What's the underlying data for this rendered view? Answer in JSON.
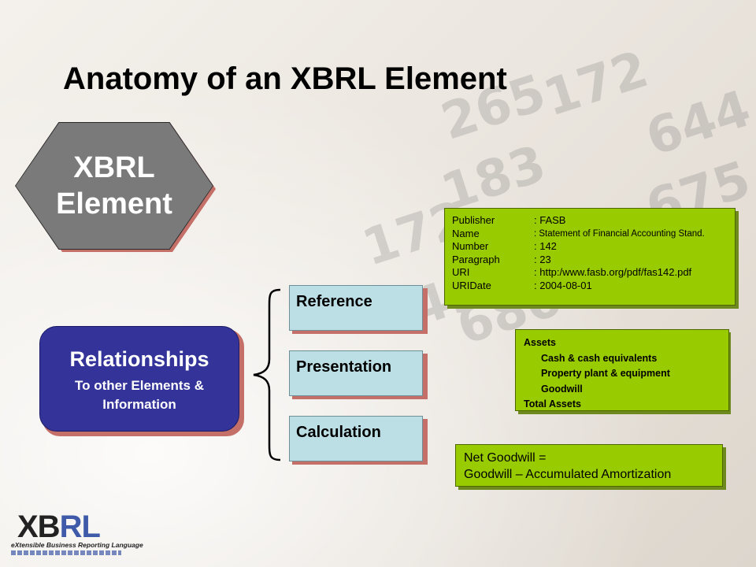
{
  "title": "Anatomy of an XBRL Element",
  "element_shape": {
    "line1": "XBRL",
    "line2": "Element"
  },
  "relationships": {
    "title": "Relationships",
    "subtitle_line1": "To other Elements &",
    "subtitle_line2": "Information"
  },
  "linkbases": {
    "reference": "Reference",
    "presentation": "Presentation",
    "calculation": "Calculation"
  },
  "reference_box": {
    "rows": [
      {
        "key": "Publisher",
        "value": ": FASB"
      },
      {
        "key": "Name",
        "value": ": Statement of Financial Accounting Stand."
      },
      {
        "key": "Number",
        "value": ": 142"
      },
      {
        "key": "Paragraph",
        "value": ": 23"
      },
      {
        "key": "URI",
        "value": ": http:/www.fasb.org/pdf/fas142.pdf"
      },
      {
        "key": "URIDate",
        "value": ": 2004-08-01"
      }
    ]
  },
  "presentation_box": {
    "lines": [
      "Assets",
      "Cash & cash equivalents",
      "Property plant & equipment",
      "Goodwill",
      "Total Assets"
    ]
  },
  "calculation_box": {
    "line1": "Net Goodwill =",
    "line2": "Goodwill – Accumulated Amortization"
  },
  "logo": {
    "word_left": "XB",
    "word_right": "RL",
    "tagline": "eXtensible Business Reporting Language"
  },
  "colors": {
    "hexagon": "#7a7a7a",
    "relationships": "#333399",
    "linkbase_box": "#bcdfe6",
    "detail_box": "#99cc00",
    "shadow": "#c47068"
  }
}
